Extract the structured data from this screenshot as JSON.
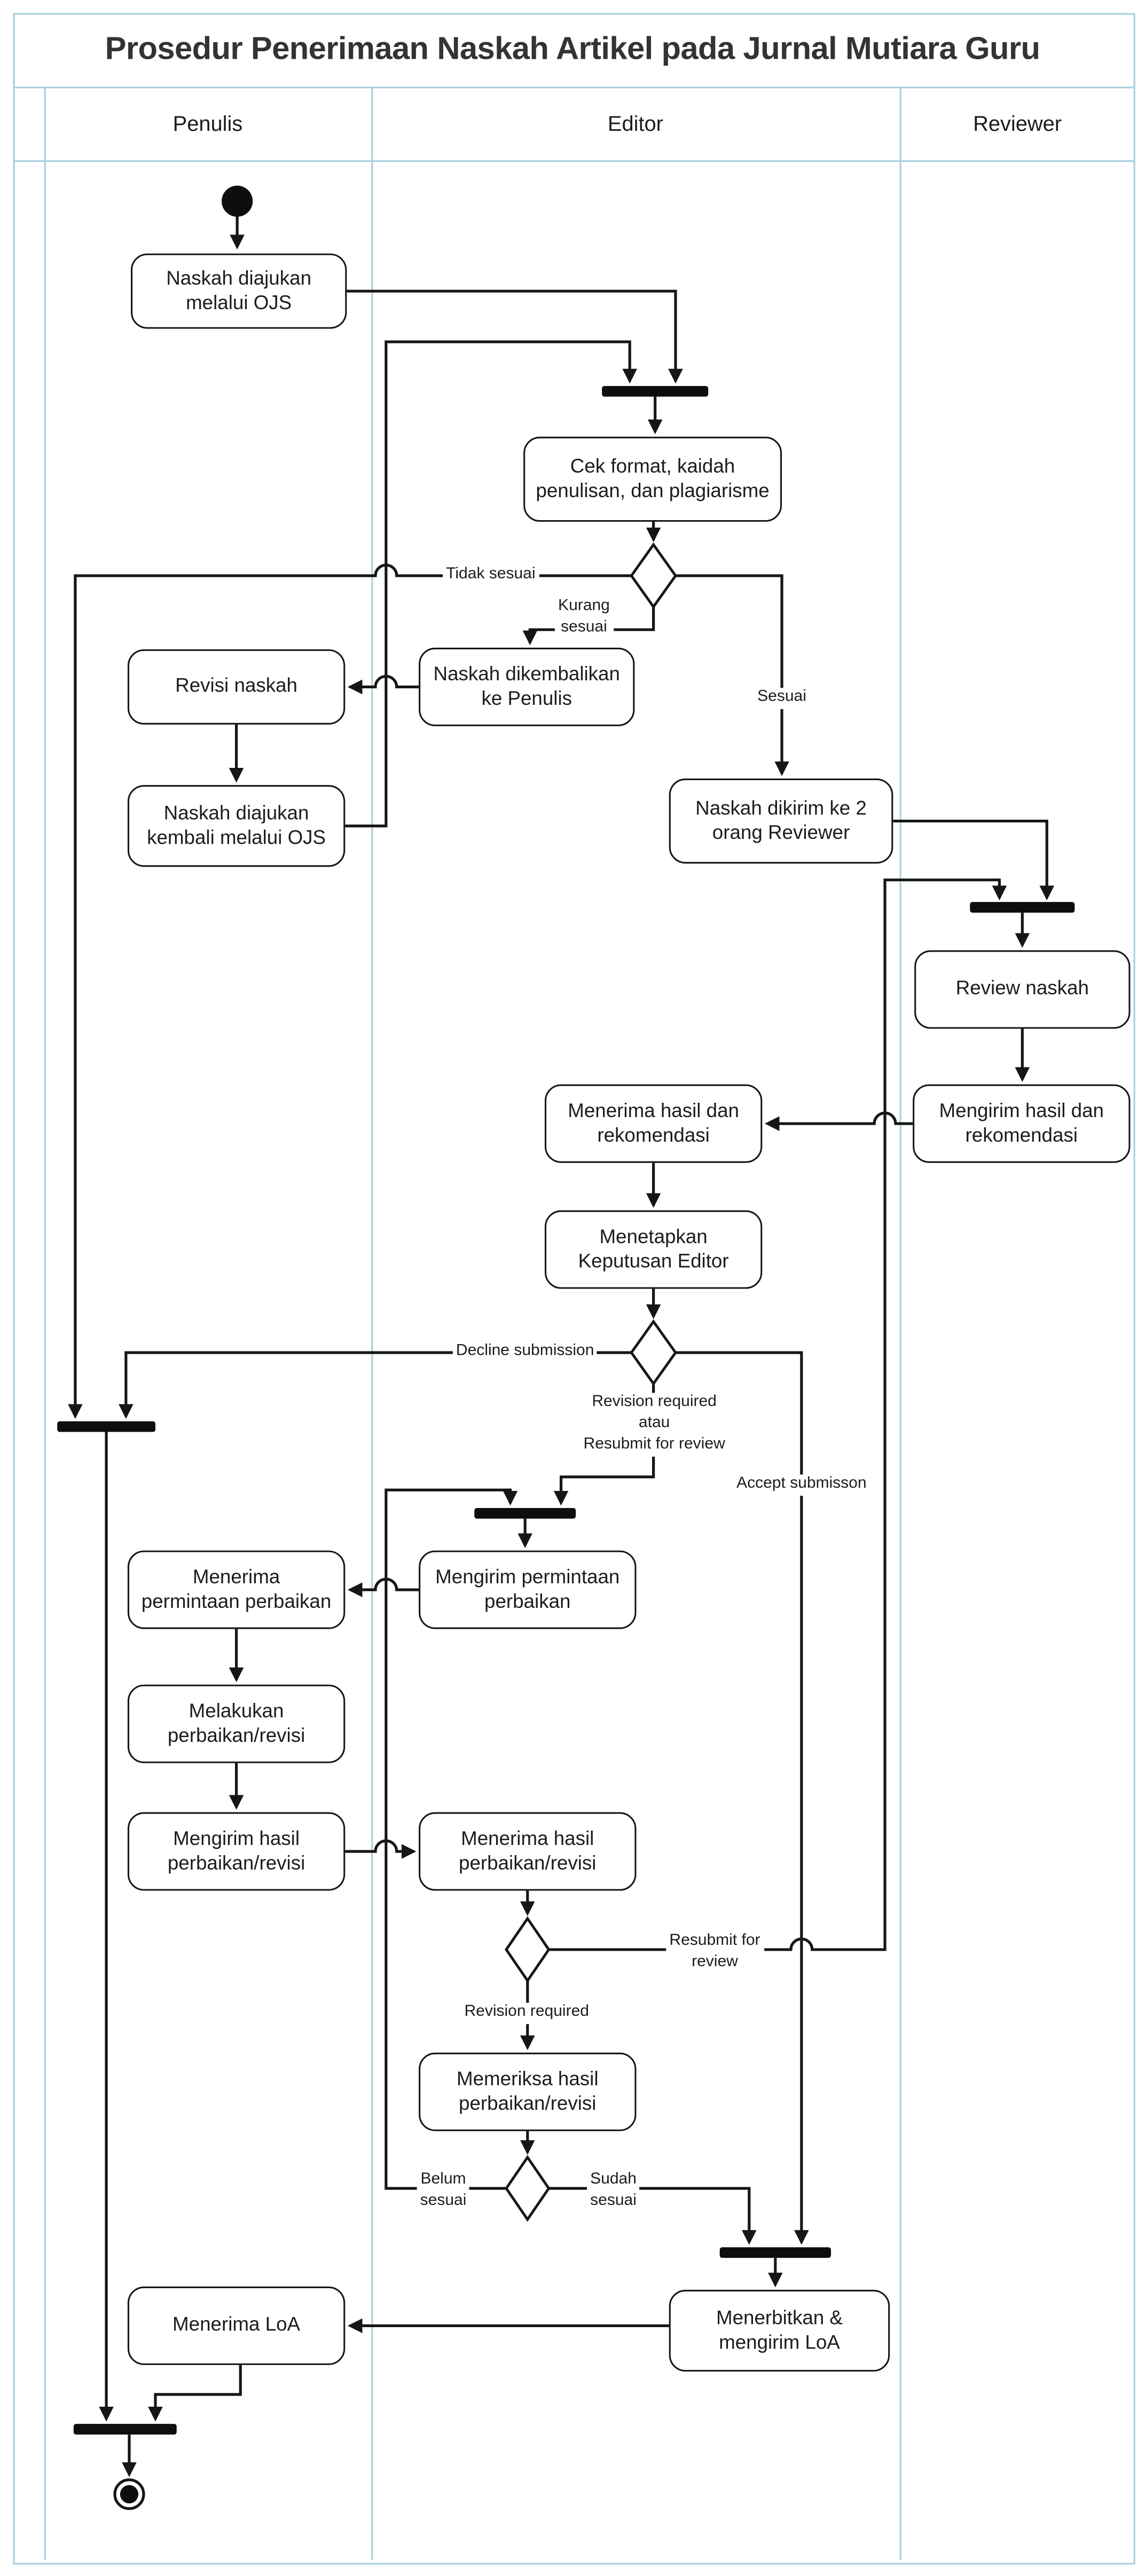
{
  "title": "Prosedur Penerimaan Naskah Artikel pada Jurnal Mutiara Guru",
  "lanes": {
    "penulis": "Penulis",
    "editor": "Editor",
    "reviewer": "Reviewer"
  },
  "nodes": {
    "naskah_diajukan": {
      "label": "Naskah diajukan\nmelalui OJS"
    },
    "cek_format": {
      "label": "Cek format, kaidah\npenulisan, dan plagiarisme"
    },
    "revisi_naskah": {
      "label": "Revisi naskah"
    },
    "naskah_dikembalikan": {
      "label": "Naskah dikembalikan\nke Penulis"
    },
    "naskah_diajukan_kembali": {
      "label": "Naskah diajukan\nkembali melalui OJS"
    },
    "naskah_dikirim": {
      "label": "Naskah dikirim ke 2\norang Reviewer"
    },
    "review_naskah": {
      "label": "Review naskah"
    },
    "mengirim_hasil_rekomendasi": {
      "label": "Mengirim hasil dan\nrekomendasi"
    },
    "menerima_hasil_rekomendasi": {
      "label": "Menerima hasil dan\nrekomendasi"
    },
    "menetapkan_keputusan": {
      "label": "Menetapkan\nKeputusan Editor"
    },
    "mengirim_permintaan": {
      "label": "Mengirim permintaan\nperbaikan"
    },
    "menerima_permintaan": {
      "label": "Menerima\npermintaan perbaikan"
    },
    "melakukan_perbaikan": {
      "label": "Melakukan\nperbaikan/revisi"
    },
    "mengirim_hasil_perbaikan": {
      "label": "Mengirim hasil\nperbaikan/revisi"
    },
    "menerima_hasil_perbaikan": {
      "label": "Menerima hasil\nperbaikan/revisi"
    },
    "memeriksa_hasil": {
      "label": "Memeriksa hasil\nperbaikan/revisi"
    },
    "menerbitkan_loa": {
      "label": "Menerbitkan &\nmengirim LoA"
    },
    "menerima_loa": {
      "label": "Menerima LoA"
    }
  },
  "edge_labels": {
    "tidak_sesuai": "Tidak sesuai",
    "kurang_sesuai": "Kurang\nsesuai",
    "sesuai": "Sesuai",
    "decline_submission": "Decline submission",
    "revision_atau": "Revision required\natau\nResubmit for review",
    "accept_submisson": "Accept submisson",
    "resubmit_for_review": "Resubmit for\nreview",
    "revision_required": "Revision required",
    "belum_sesuai": "Belum\nsesuai",
    "sudah_sesuai": "Sudah\nsesuai"
  },
  "colors": {
    "line": "#161616",
    "bar": "#0e0e0e",
    "lane": "#a6cfe2",
    "title": "#333333",
    "text": "#1c1c1c",
    "fill": "#ffffff"
  }
}
